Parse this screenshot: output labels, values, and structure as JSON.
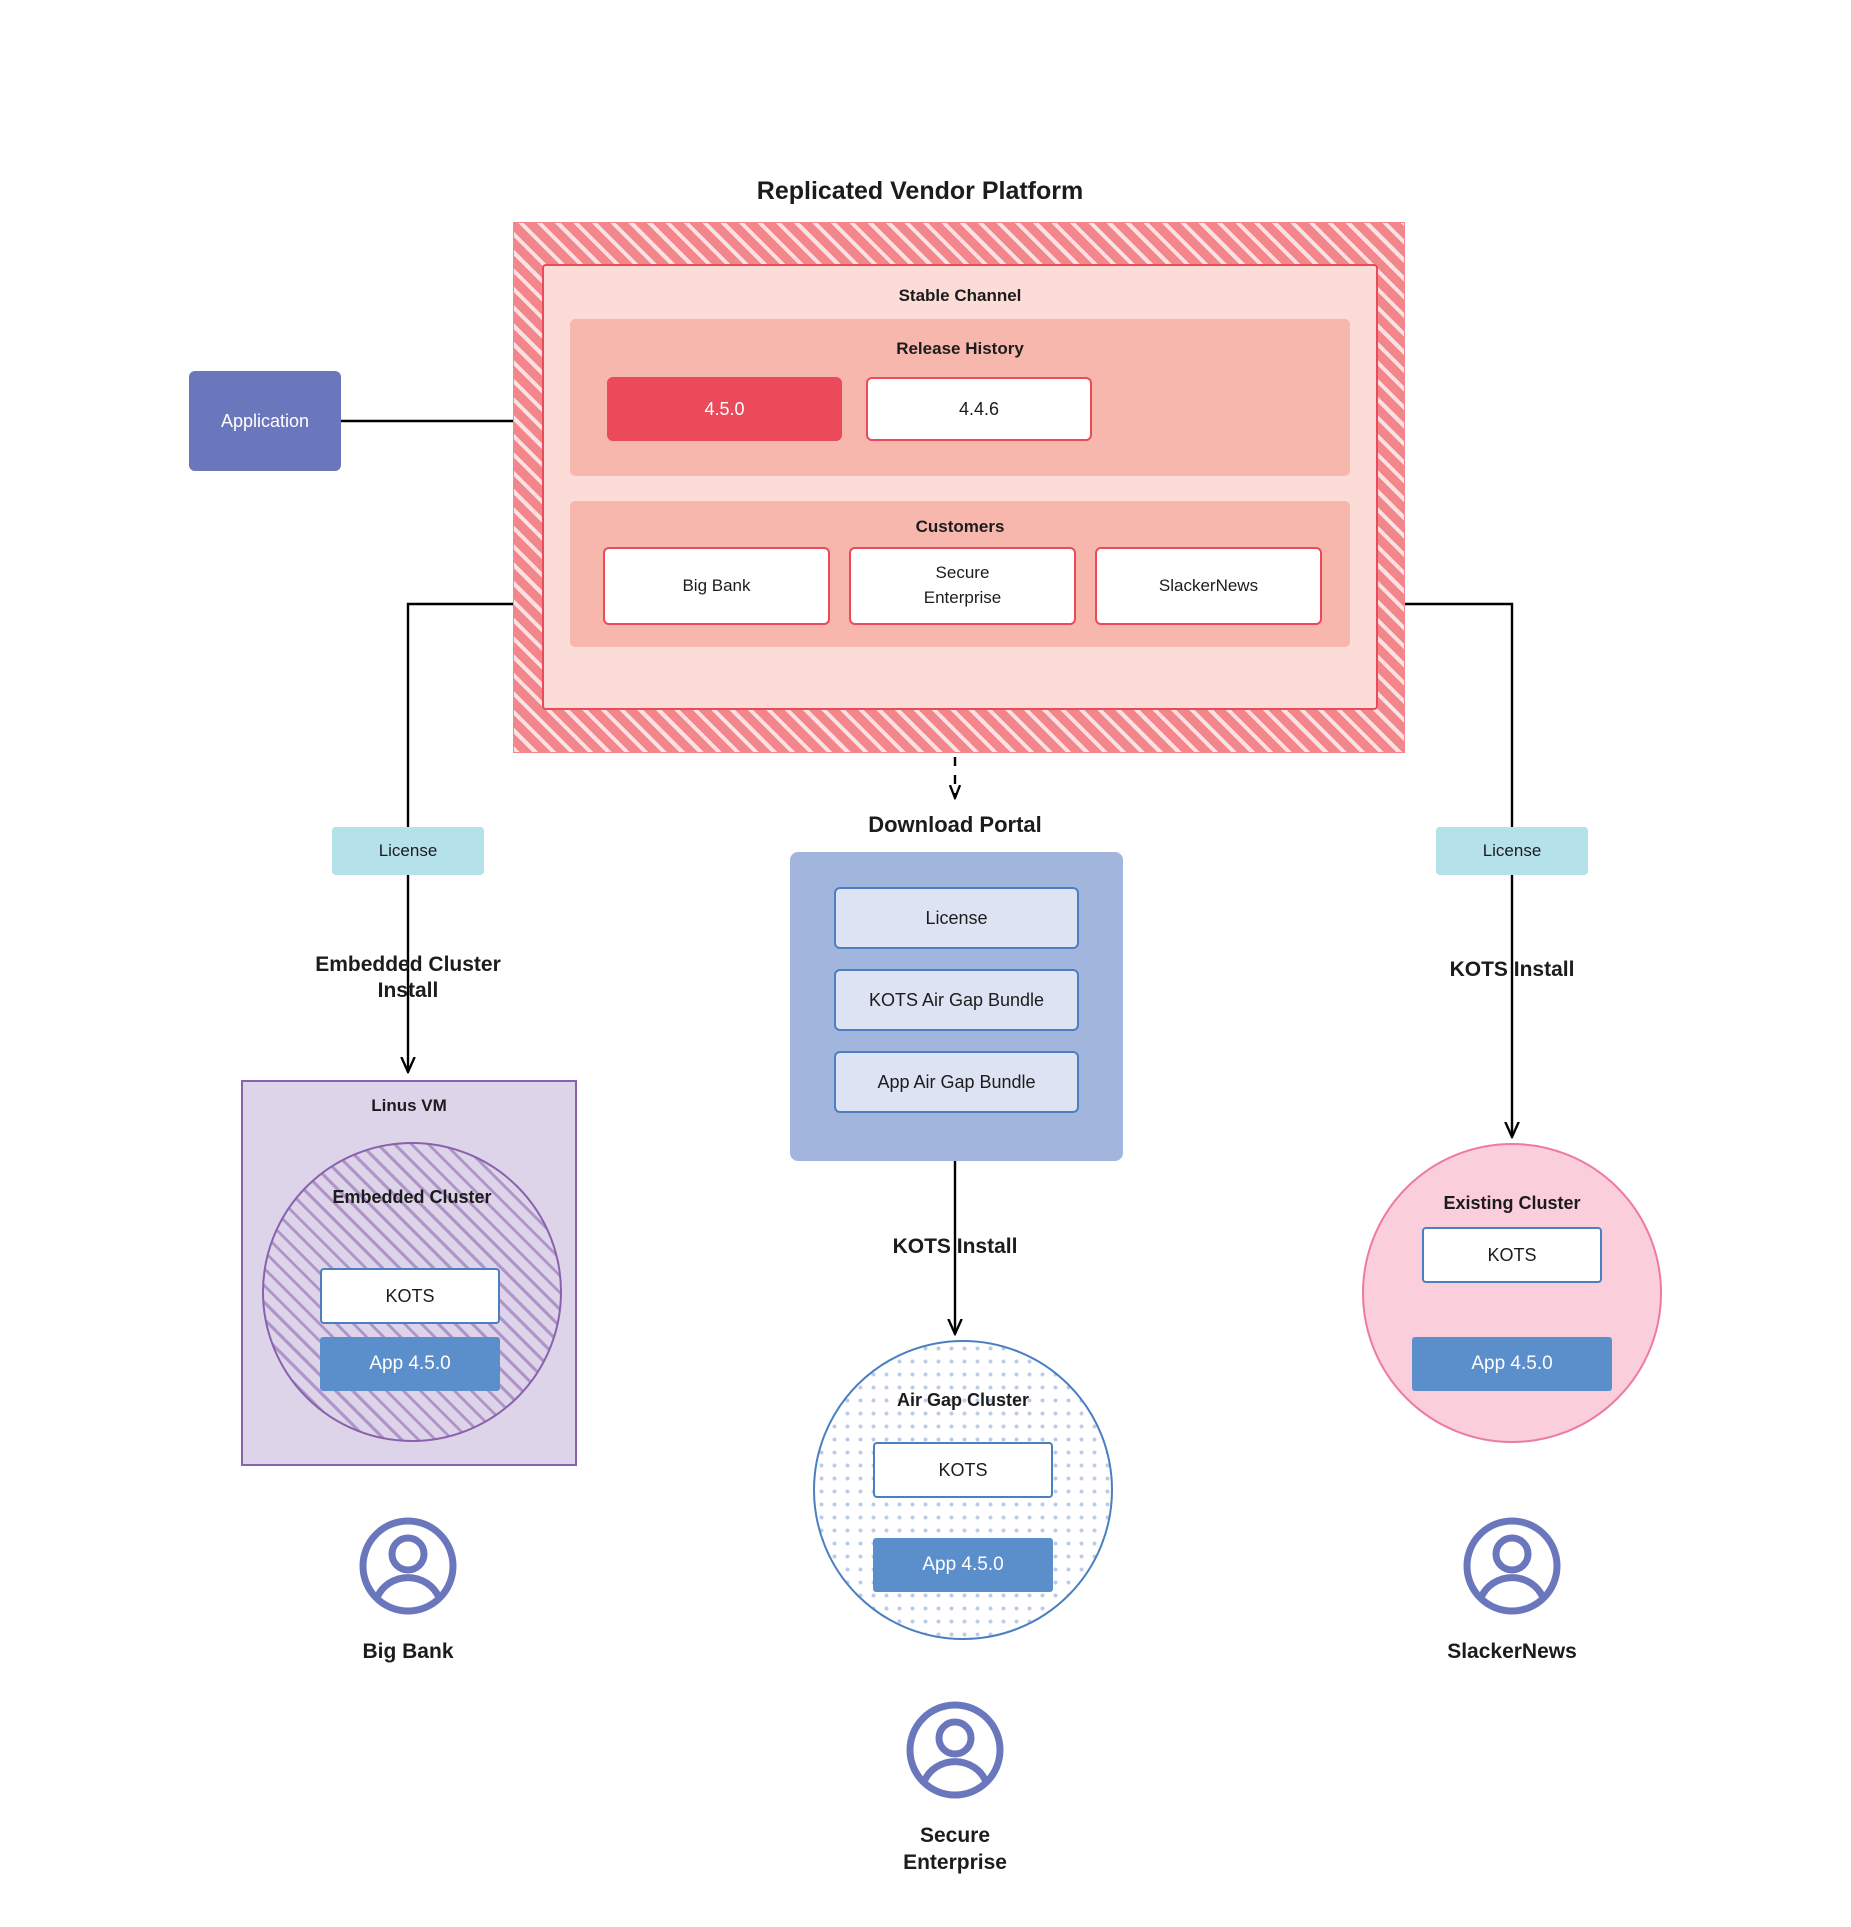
{
  "diagram": {
    "title": "Replicated Vendor Platform"
  },
  "application": {
    "label": "Application"
  },
  "vendor_platform": {
    "channel_label": "Stable Channel",
    "release_history": {
      "label": "Release History",
      "releases": [
        {
          "version": "4.5.0",
          "state": "current"
        },
        {
          "version": "4.4.6",
          "state": "older"
        }
      ]
    },
    "customers": {
      "label": "Customers",
      "items": [
        {
          "name": "Big Bank"
        },
        {
          "name": "Secure\nEnterprise"
        },
        {
          "name": "SlackerNews"
        }
      ]
    }
  },
  "left_flow": {
    "license_label": "License",
    "install_caption": "Embedded Cluster\nInstall",
    "vm_title": "Linus VM",
    "cluster_title": "Embedded Cluster",
    "kots_label": "KOTS",
    "app_label": "App 4.5.0",
    "persona_label": "Big Bank"
  },
  "center_flow": {
    "portal_caption": "Download  Portal",
    "portal_items": [
      {
        "label": "License"
      },
      {
        "label": "KOTS Air Gap Bundle"
      },
      {
        "label": "App Air Gap Bundle"
      }
    ],
    "install_caption": "KOTS Install",
    "cluster_title": "Air Gap Cluster",
    "kots_label": "KOTS",
    "app_label": "App 4.5.0",
    "persona_label": "Secure\nEnterprise"
  },
  "right_flow": {
    "license_label": "License",
    "install_caption": "KOTS Install",
    "cluster_title": "Existing Cluster",
    "kots_label": "KOTS",
    "app_label": "App 4.5.0",
    "persona_label": "SlackerNews"
  },
  "colors": {
    "platform_hatch": "#f2868a",
    "channel_fill": "#fbdcd6",
    "band_fill": "#f7b7ad",
    "release_accent": "#ea4a5a",
    "application_fill": "#6b77bc",
    "license_fill": "#b4e1ea",
    "vm_fill": "#ddd4ea",
    "vm_stroke": "#8a62ab",
    "kots_stroke": "#4b7fc1",
    "app_fill": "#5b8fcb",
    "portal_fill": "#a2b6dd",
    "portal_item_fill": "#dde3f3",
    "existing_fill": "#fbcedc",
    "existing_stroke": "#ee7aa0",
    "persona_stroke": "#6b77bc",
    "connector": "#000000"
  }
}
